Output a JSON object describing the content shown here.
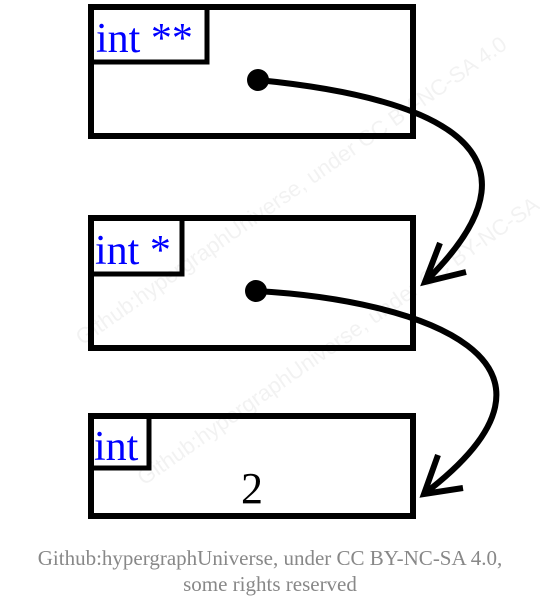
{
  "boxes": [
    {
      "type_label": "int **",
      "value": ""
    },
    {
      "type_label": "int *",
      "value": ""
    },
    {
      "type_label": "int",
      "value": "2"
    }
  ],
  "watermark": "Github:hypergraphUniverse, under CC BY-NC-SA 4.0",
  "credit": {
    "line1": "Github:hypergraphUniverse, under CC BY-NC-SA 4.0,",
    "line2": "some rights reserved"
  },
  "colors": {
    "stroke": "#000000",
    "type_label": "#0000ff",
    "credit_text": "#888888",
    "watermark": "#888888"
  }
}
